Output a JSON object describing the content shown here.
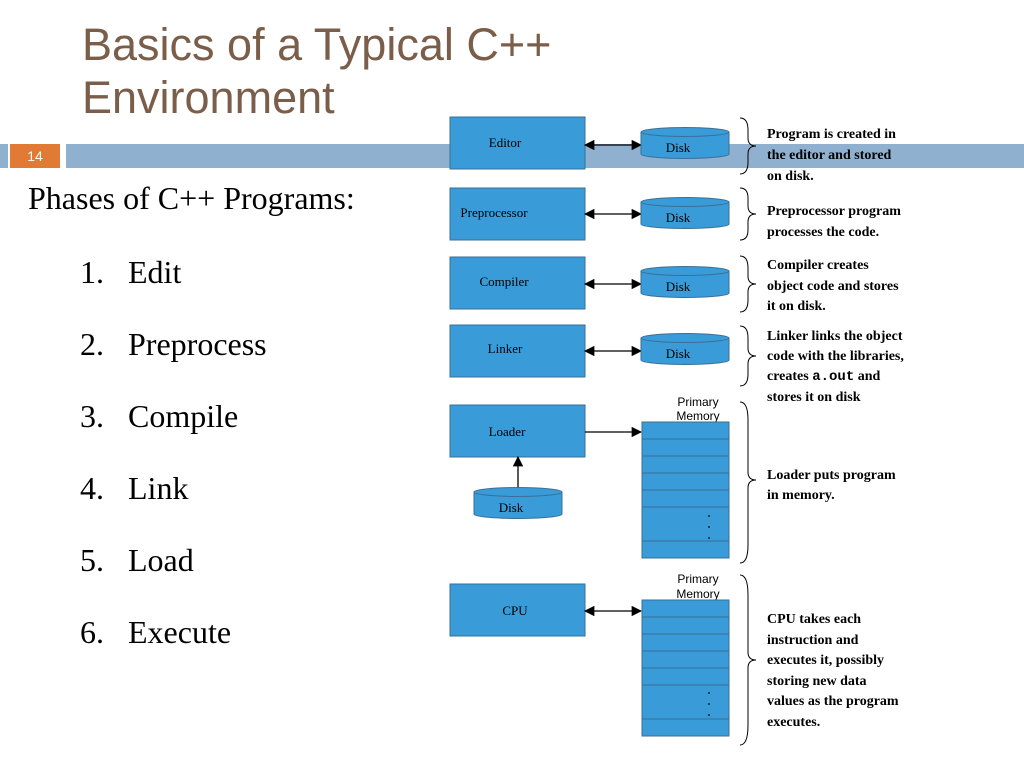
{
  "slide": {
    "title_line1": "Basics of a Typical C++",
    "title_line2": "Environment",
    "page_number": "14",
    "phases_title": "Phases of C++ Programs:",
    "phases": [
      {
        "num": "1.",
        "label": "Edit"
      },
      {
        "num": "2.",
        "label": "Preprocess"
      },
      {
        "num": "3.",
        "label": "Compile"
      },
      {
        "num": "4.",
        "label": "Link"
      },
      {
        "num": "5.",
        "label": "Load"
      },
      {
        "num": "6.",
        "label": "Execute"
      }
    ]
  },
  "diagram": {
    "boxes": {
      "editor": "Editor",
      "preprocessor": "Preprocessor",
      "compiler": "Compiler",
      "linker": "Linker",
      "loader": "Loader",
      "cpu": "CPU"
    },
    "disk_label": "Disk",
    "memory_label_line1": "Primary",
    "memory_label_line2": "Memory",
    "notes": {
      "editor": [
        "Program is created in",
        "the editor and stored",
        "on disk."
      ],
      "preprocessor": [
        "Preprocessor program",
        "processes the code."
      ],
      "compiler": [
        "Compiler creates",
        "object code and stores",
        "it on disk."
      ],
      "linker": {
        "line1": "Linker links the object",
        "line2": "code with the libraries,",
        "line3_pre": "creates ",
        "line3_code": "a.out",
        "line3_post": " and",
        "line4": "stores it on disk"
      },
      "loader": [
        "Loader puts program",
        "in memory."
      ],
      "cpu": [
        "CPU takes each",
        "instruction and",
        "executes it, possibly",
        "storing new data",
        "values as the program",
        "executes."
      ]
    },
    "colors": {
      "box_fill": "#3a9bd9",
      "box_stroke": "#3a6f95",
      "title": "#7a5e4a",
      "band": "#8fb1cf",
      "accent": "#e07a35"
    }
  }
}
